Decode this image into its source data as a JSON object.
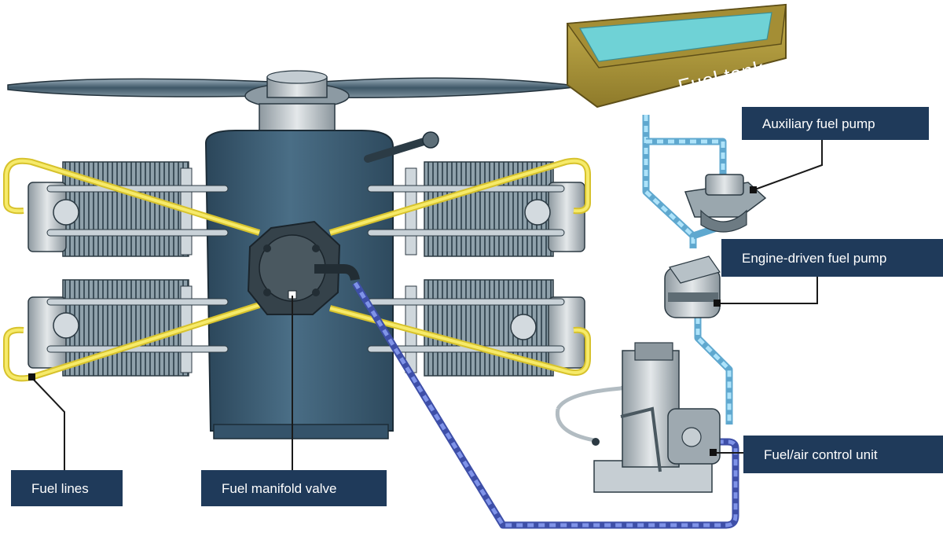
{
  "labels": {
    "fuel_tank": "Fuel tank",
    "auxiliary_fuel_pump": "Auxiliary fuel pump",
    "engine_driven_fuel_pump": "Engine-driven fuel pump",
    "fuel_air_control_unit": "Fuel/air control unit",
    "fuel_lines": "Fuel lines",
    "fuel_manifold_valve": "Fuel manifold valve"
  },
  "colors": {
    "callout_bg": "#1f3a5a",
    "engine_body": "#3f6278",
    "fuel_line_yellow": "#f2e14a",
    "supply_line_light_blue": "#8fd3f2",
    "return_line_blue": "#5b6fd0",
    "tank_body": "#b39b3c",
    "tank_fuel": "#6fd2d6"
  }
}
